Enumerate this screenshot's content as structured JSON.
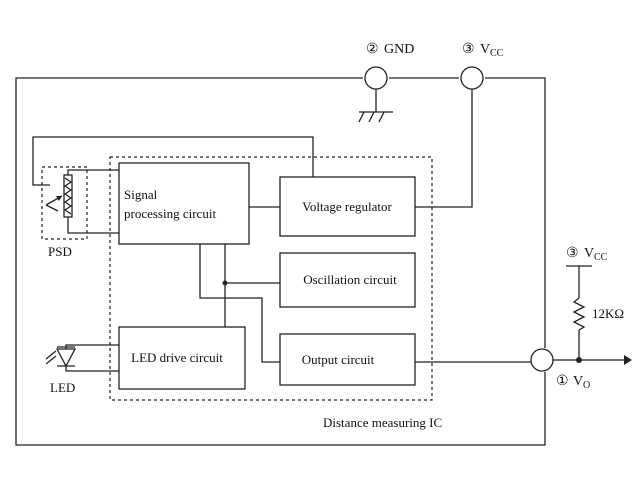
{
  "pins": {
    "gnd": {
      "num": "②",
      "label": "GND"
    },
    "vcc": {
      "num": "③",
      "label": "V",
      "sub": "CC"
    },
    "vcc_ext": {
      "num": "③",
      "label": "V",
      "sub": "CC"
    },
    "vo": {
      "num": "①",
      "label": "V",
      "sub": "O"
    }
  },
  "blocks": {
    "signal_line1": "Signal",
    "signal_line2": "processing circuit",
    "voltage_regulator": "Voltage regulator",
    "oscillation": "Oscillation circuit",
    "led_drive": "LED drive circuit",
    "output": "Output circuit"
  },
  "components": {
    "psd": "PSD",
    "led": "LED",
    "resistor": "12KΩ"
  },
  "ic_label": "Distance measuring IC"
}
